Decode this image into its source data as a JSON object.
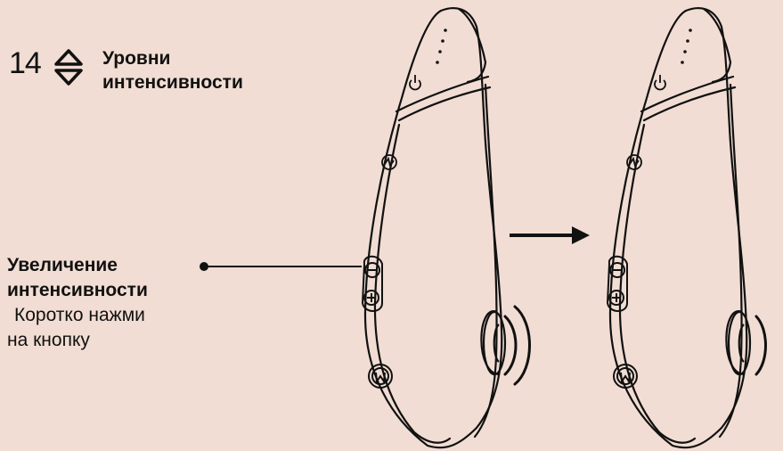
{
  "levels": {
    "number": "14",
    "line1": "Уровни",
    "line2": "интенсивности"
  },
  "callout": {
    "title_line1": "Увеличение",
    "title_line2": "интенсивности",
    "desc_line1": "Коротко нажми",
    "desc_line2": "на кнопку"
  },
  "icons": [
    "up-down-arrows-icon",
    "power-icon",
    "mode-icon",
    "minus-icon",
    "plus-icon",
    "w-logo-icon",
    "right-arrow-icon",
    "vibration-waves-icon"
  ],
  "colors": {
    "background": "#f1ddd3",
    "line": "#111111"
  }
}
